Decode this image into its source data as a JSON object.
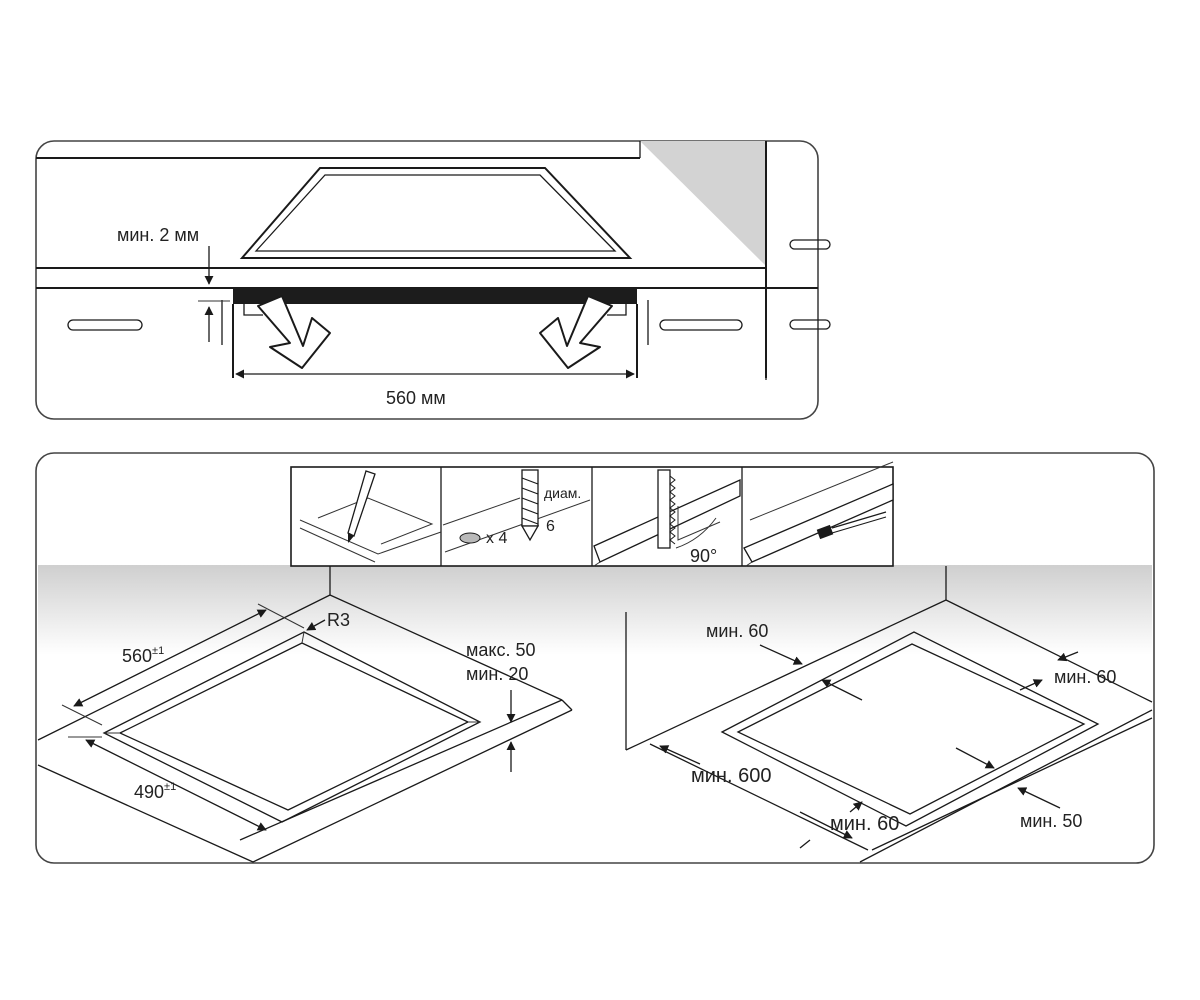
{
  "colors": {
    "line": "#1a1a1a",
    "panel_border": "#444444",
    "wall_shade": "#d6d6d6",
    "gap_strip": "#1c1c1c",
    "background": "#ffffff"
  },
  "top_panel": {
    "gap_label": "мин. 2 мм",
    "width_label": "560 мм"
  },
  "steps": {
    "hole_count": "x 4",
    "drill_label": "диам.",
    "drill_value": "6",
    "angle_label": "90°"
  },
  "cutout_panel": {
    "radius_label": "R3",
    "length_value": "560",
    "length_tolerance": "±1",
    "width_value": "490",
    "width_tolerance": "±1",
    "thickness_max": "макс. 50",
    "thickness_min": "мин. 20"
  },
  "clearance_panel": {
    "back_min": "мин. 60",
    "side_min": "мин. 60",
    "wall_min": "мин. 600",
    "front_min": "мин. 60",
    "edge_min": "мин. 50"
  },
  "icons": [
    "pencil-icon",
    "drill-bit-icon",
    "jigsaw-blade-icon",
    "sealing-tape-icon",
    "down-arrow-icon"
  ]
}
